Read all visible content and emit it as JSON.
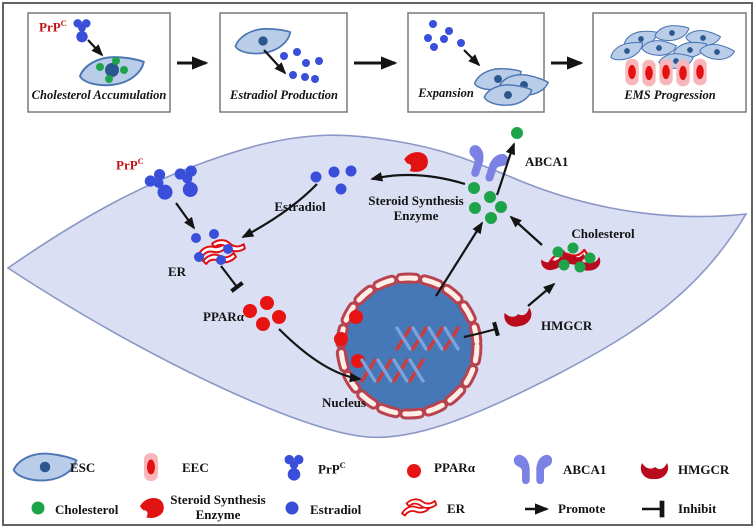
{
  "stages": {
    "box1": {
      "label": "Cholesterol Accumulation",
      "prpc_base": "PrP",
      "prpc_sup": "C"
    },
    "box2": {
      "label": "Estradiol Production"
    },
    "box3": {
      "label": "Expansion"
    },
    "box4": {
      "label": "EMS Progression"
    }
  },
  "cell": {
    "prpc_base": "PrP",
    "prpc_sup": "C",
    "estradiol": "Estradiol",
    "er": "ER",
    "ppara": "PPARα",
    "nucleus": "Nucleus",
    "enzyme_line1": "Steroid Synthesis",
    "enzyme_line2": "Enzyme",
    "abca1": "ABCA1",
    "cholesterol": "Cholesterol",
    "hmgcr": "HMGCR"
  },
  "legend": {
    "esc": "ESC",
    "eec": "EEC",
    "prpc_base": "PrP",
    "prpc_sup": "C",
    "ppara": "PPARα",
    "abca1": "ABCA1",
    "hmgcr": "HMGCR",
    "cholesterol": "Cholesterol",
    "enzyme_line1": "Steroid Synthesis",
    "enzyme_line2": "Enzyme",
    "estradiol": "Estradiol",
    "er": "ER",
    "promote": "Promote",
    "inhibit": "Inhibit"
  },
  "colors": {
    "prpc_label_red": "#c31212",
    "molecule_blue": "#3a4fd9",
    "cell_fill": "#dbdff3",
    "cell_border": "#8b97c6",
    "esc_fill": "#b9cde9",
    "esc_border": "#4a76b2",
    "esc_nucleus": "#2b568e",
    "nucleus_fill": "#4677b6",
    "envelope_red": "#b8434f",
    "envelope_cream": "#fdeee8",
    "cholesterol_green": "#1da44b",
    "ppara_red": "#e81414",
    "abca1_purple": "#7b82e4",
    "hmgcr_dark_red": "#b90b1d",
    "enzyme_red": "#e11212",
    "eec_fill": "#f7b6b9",
    "eec_core": "#e51010",
    "er_red": "#e01010",
    "arrow_black": "#141414"
  }
}
